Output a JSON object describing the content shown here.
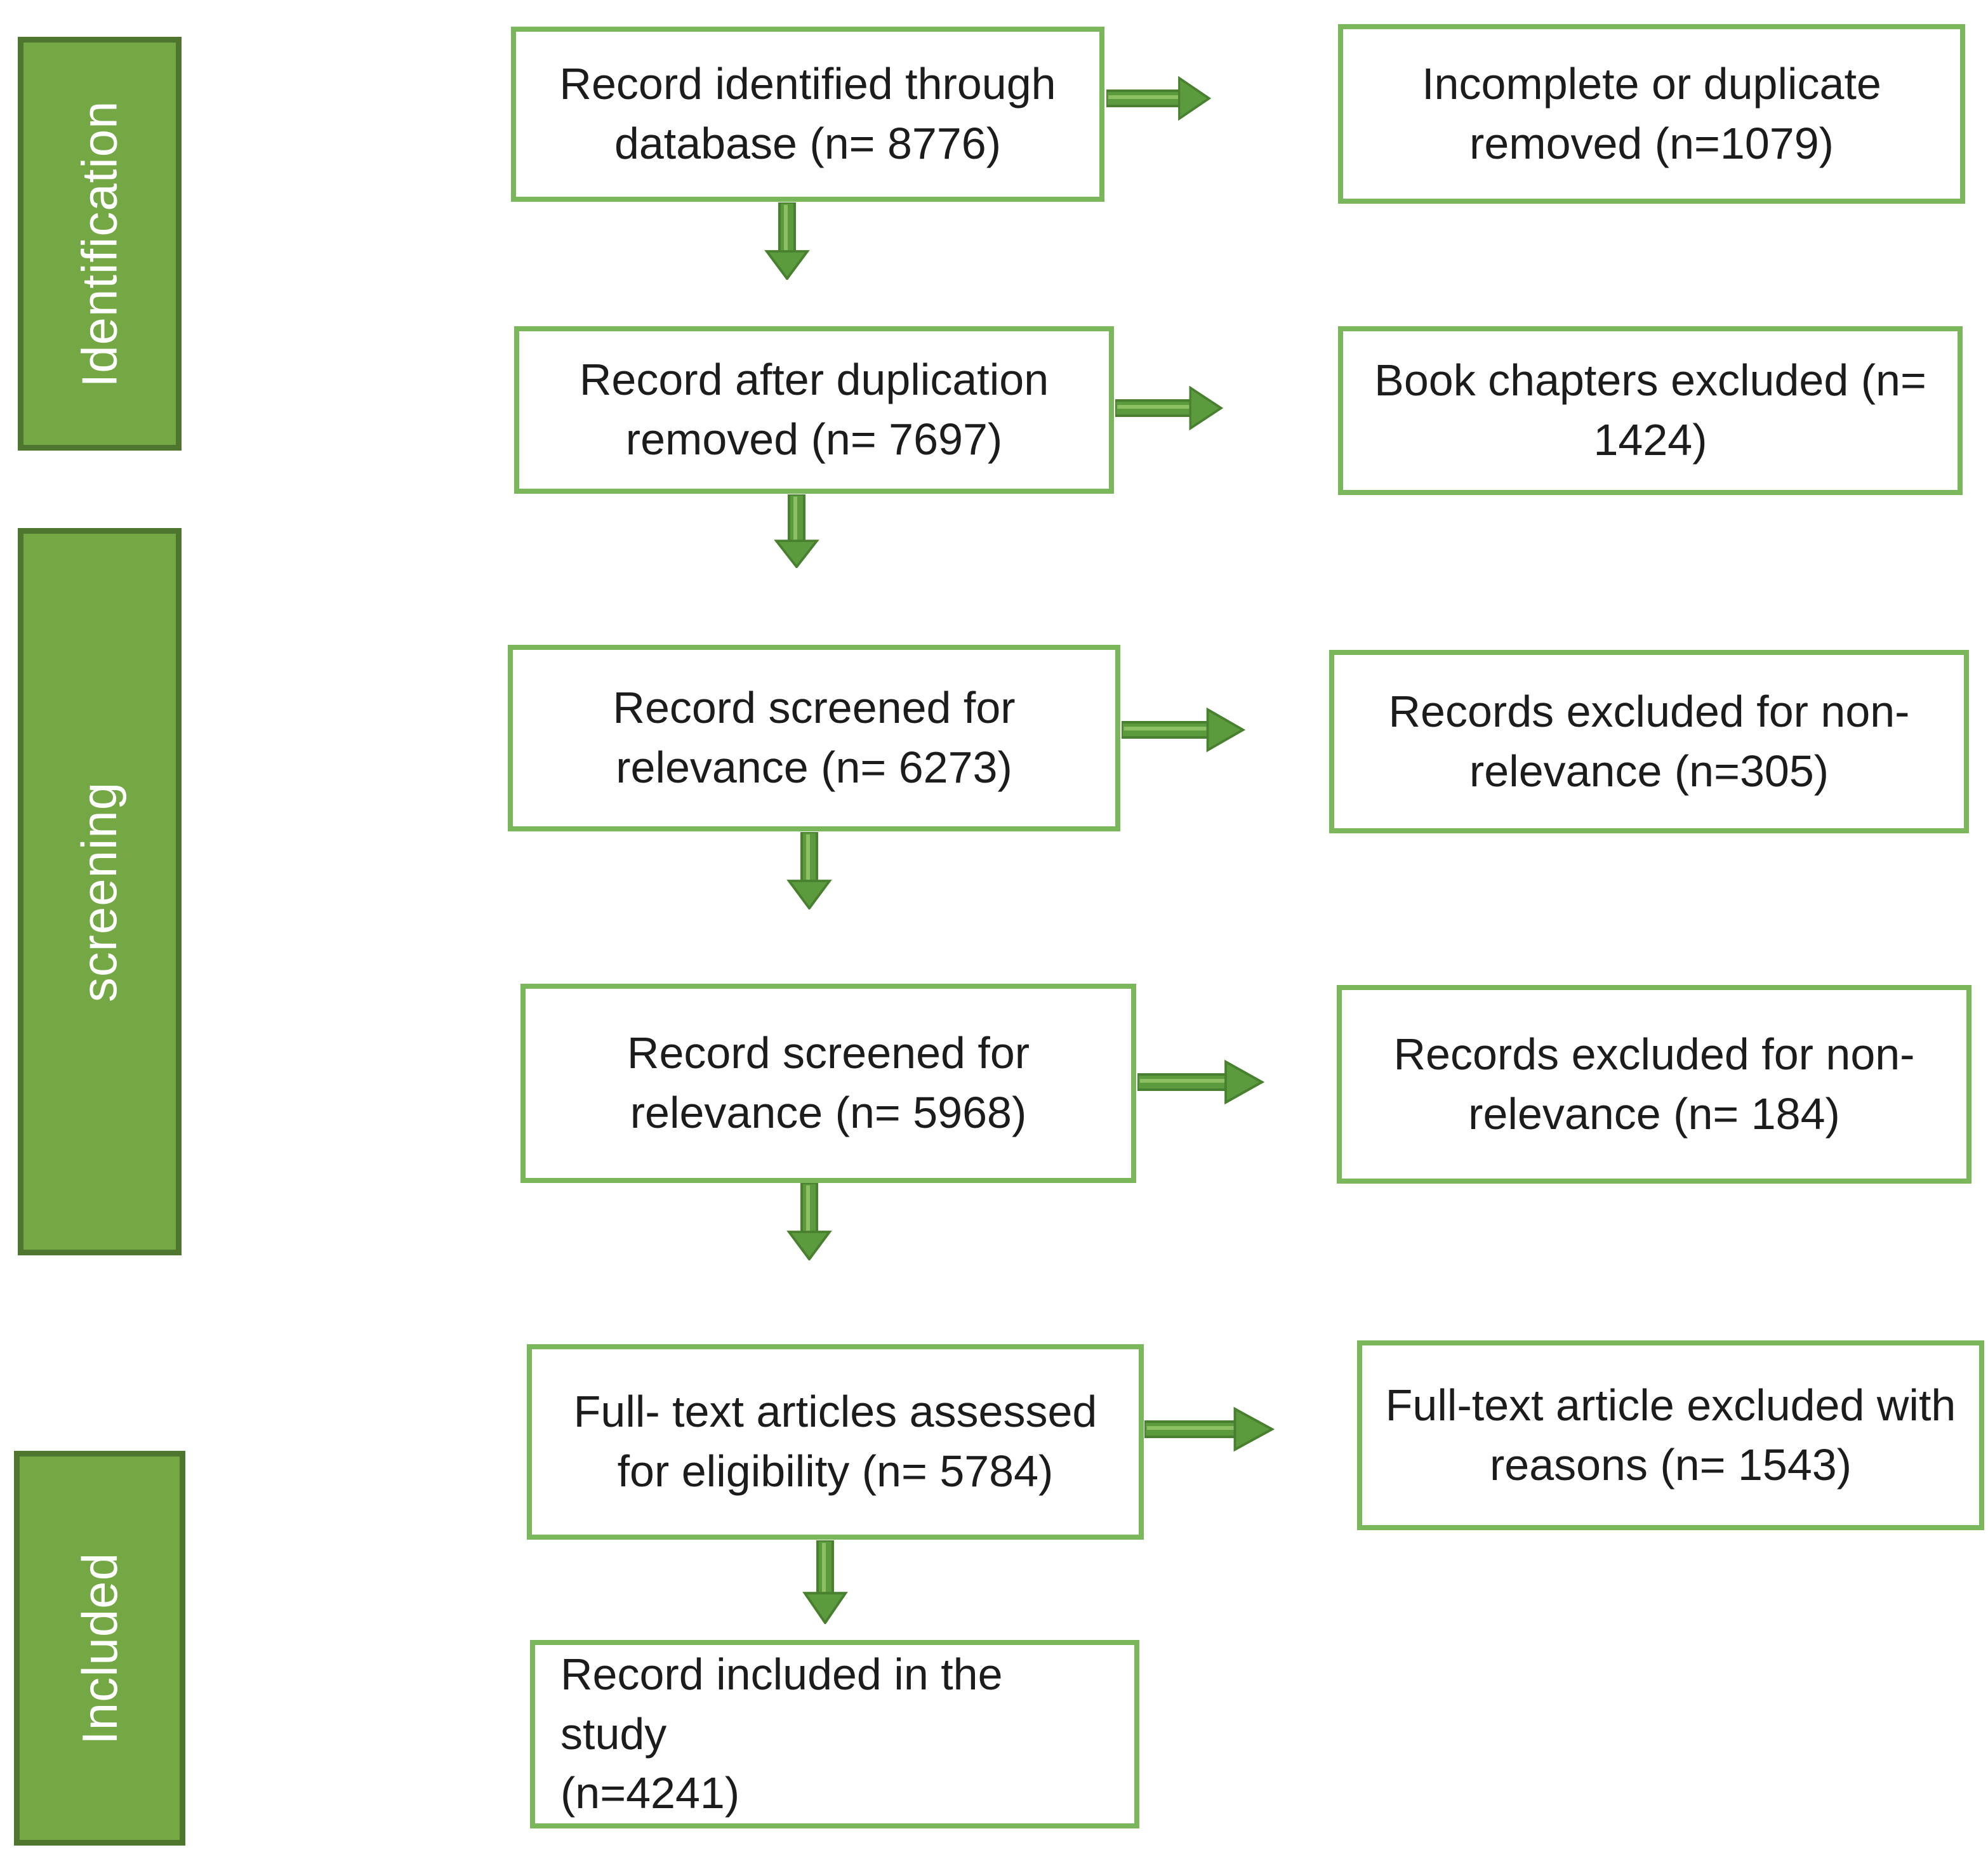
{
  "diagram": {
    "type": "flowchart",
    "stages": [
      {
        "label": "Identification"
      },
      {
        "label": "screening"
      },
      {
        "label": "Included"
      }
    ],
    "center_boxes": [
      {
        "label": "Record identified through\ndatabase (n= 8776)",
        "n": 8776
      },
      {
        "label": "Record after duplication\nremoved (n= 7697)",
        "n": 7697
      },
      {
        "label": "Record screened for\nrelevance (n= 6273)",
        "n": 6273
      },
      {
        "label": "Record screened for\nrelevance (n= 5968)",
        "n": 5968
      },
      {
        "label": "Full- text articles assessed\nfor eligibility (n= 5784)",
        "n": 5784
      },
      {
        "label": "Record included in the study\n(n=4241)",
        "n": 4241
      }
    ],
    "side_boxes": [
      {
        "label": "Incomplete or duplicate\nremoved (n=1079)",
        "n": 1079
      },
      {
        "label": "Book chapters excluded (n=\n1424)",
        "n": 1424
      },
      {
        "label": "Records excluded for non-\nrelevance (n=305)",
        "n": 305
      },
      {
        "label": "Records excluded for non-\nrelevance (n= 184)",
        "n": 184
      },
      {
        "label": "Full-text article excluded with\nreasons (n= 1543)",
        "n": 1543
      }
    ],
    "icons": {
      "down_arrow": "↓",
      "right_arrow": "→"
    },
    "colors": {
      "stage_fill": "#73A845",
      "stage_border": "#4F762E",
      "box_border": "#7AB75A",
      "arrow_fill": "#5B9B3E",
      "arrow_stroke": "#49802F",
      "text": "#1C1C1C",
      "stage_text": "#FFFFFF"
    }
  }
}
